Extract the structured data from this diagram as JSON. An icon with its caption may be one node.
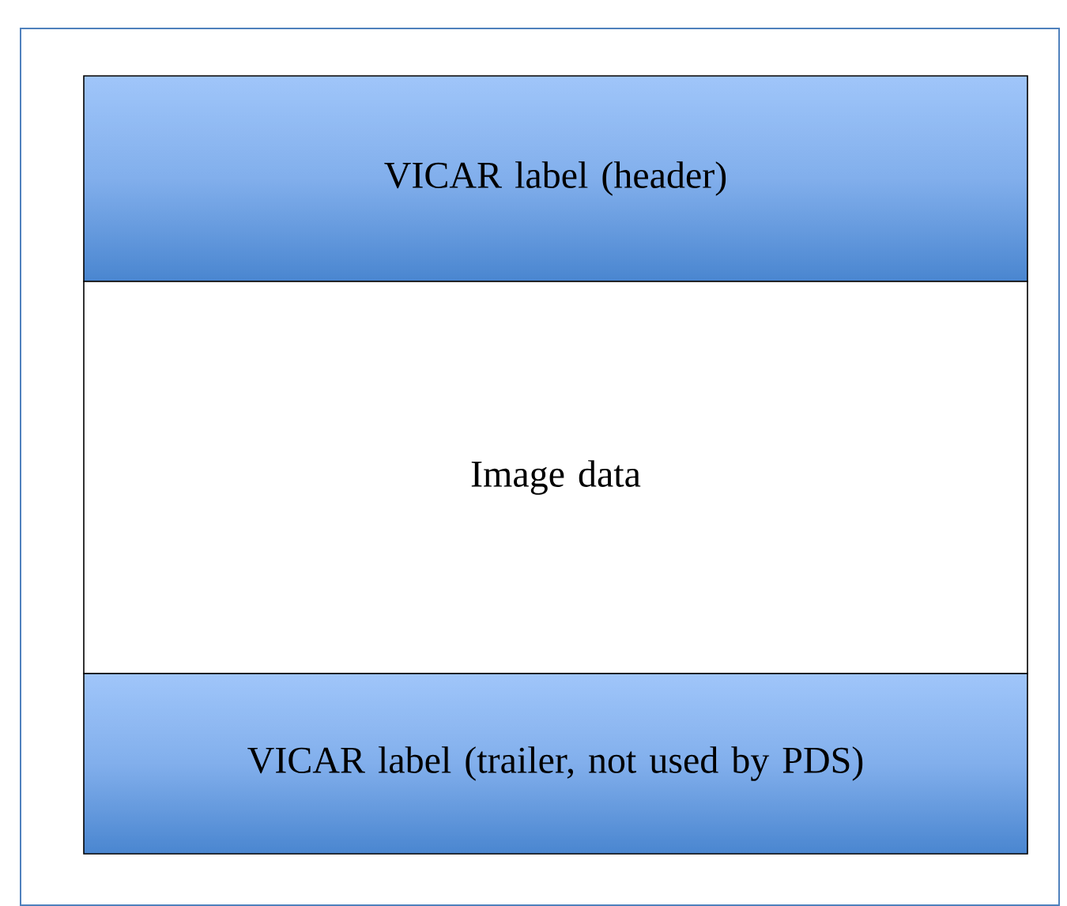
{
  "diagram": {
    "nodes": [
      {
        "text": [
          "VICAR label (header)"
        ]
      },
      {
        "text": [
          "Image data"
        ]
      },
      {
        "text": [
          "VICAR label (trailer, not used by PDS)"
        ]
      }
    ]
  }
}
